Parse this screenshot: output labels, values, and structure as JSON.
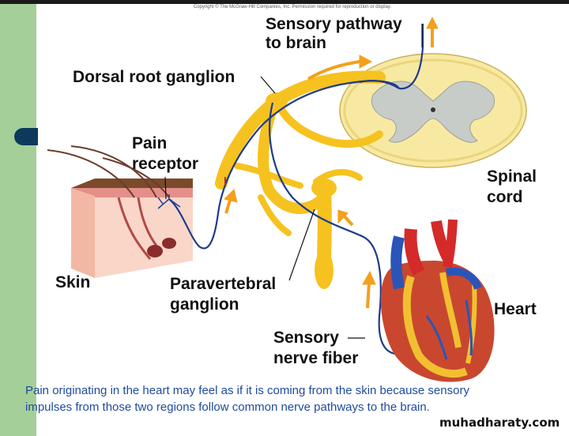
{
  "copyright": "Copyright © The McGraw-Hill Companies, Inc. Permission required for reproduction or display.",
  "labels": {
    "sensory_pathway_line1": "Sensory pathway",
    "sensory_pathway_line2": "to brain",
    "dorsal_root_ganglion": "Dorsal root ganglion",
    "pain_receptor_line1": "Pain",
    "pain_receptor_line2": "receptor",
    "spinal_cord_line1": "Spinal",
    "spinal_cord_line2": "cord",
    "skin": "Skin",
    "paravertebral_line1": "Paravertebral",
    "paravertebral_line2": "ganglion",
    "heart": "Heart",
    "sensory_nerve_line1": "Sensory",
    "sensory_nerve_line2": "nerve fiber"
  },
  "caption": {
    "line1": "Pain originating in the heart may feel as if it is coming from the skin because sensory",
    "line2": "impulses from those two regions follow common nerve pathways to the brain."
  },
  "watermark": "muhadharaty.com",
  "colors": {
    "nerve_yellow": "#f6c21f",
    "nerve_blue": "#1e3c8c",
    "spinal_cord": "#f8e9a2",
    "arrow_orange": "#f3a01d",
    "caption_blue": "#1f4b9c"
  }
}
